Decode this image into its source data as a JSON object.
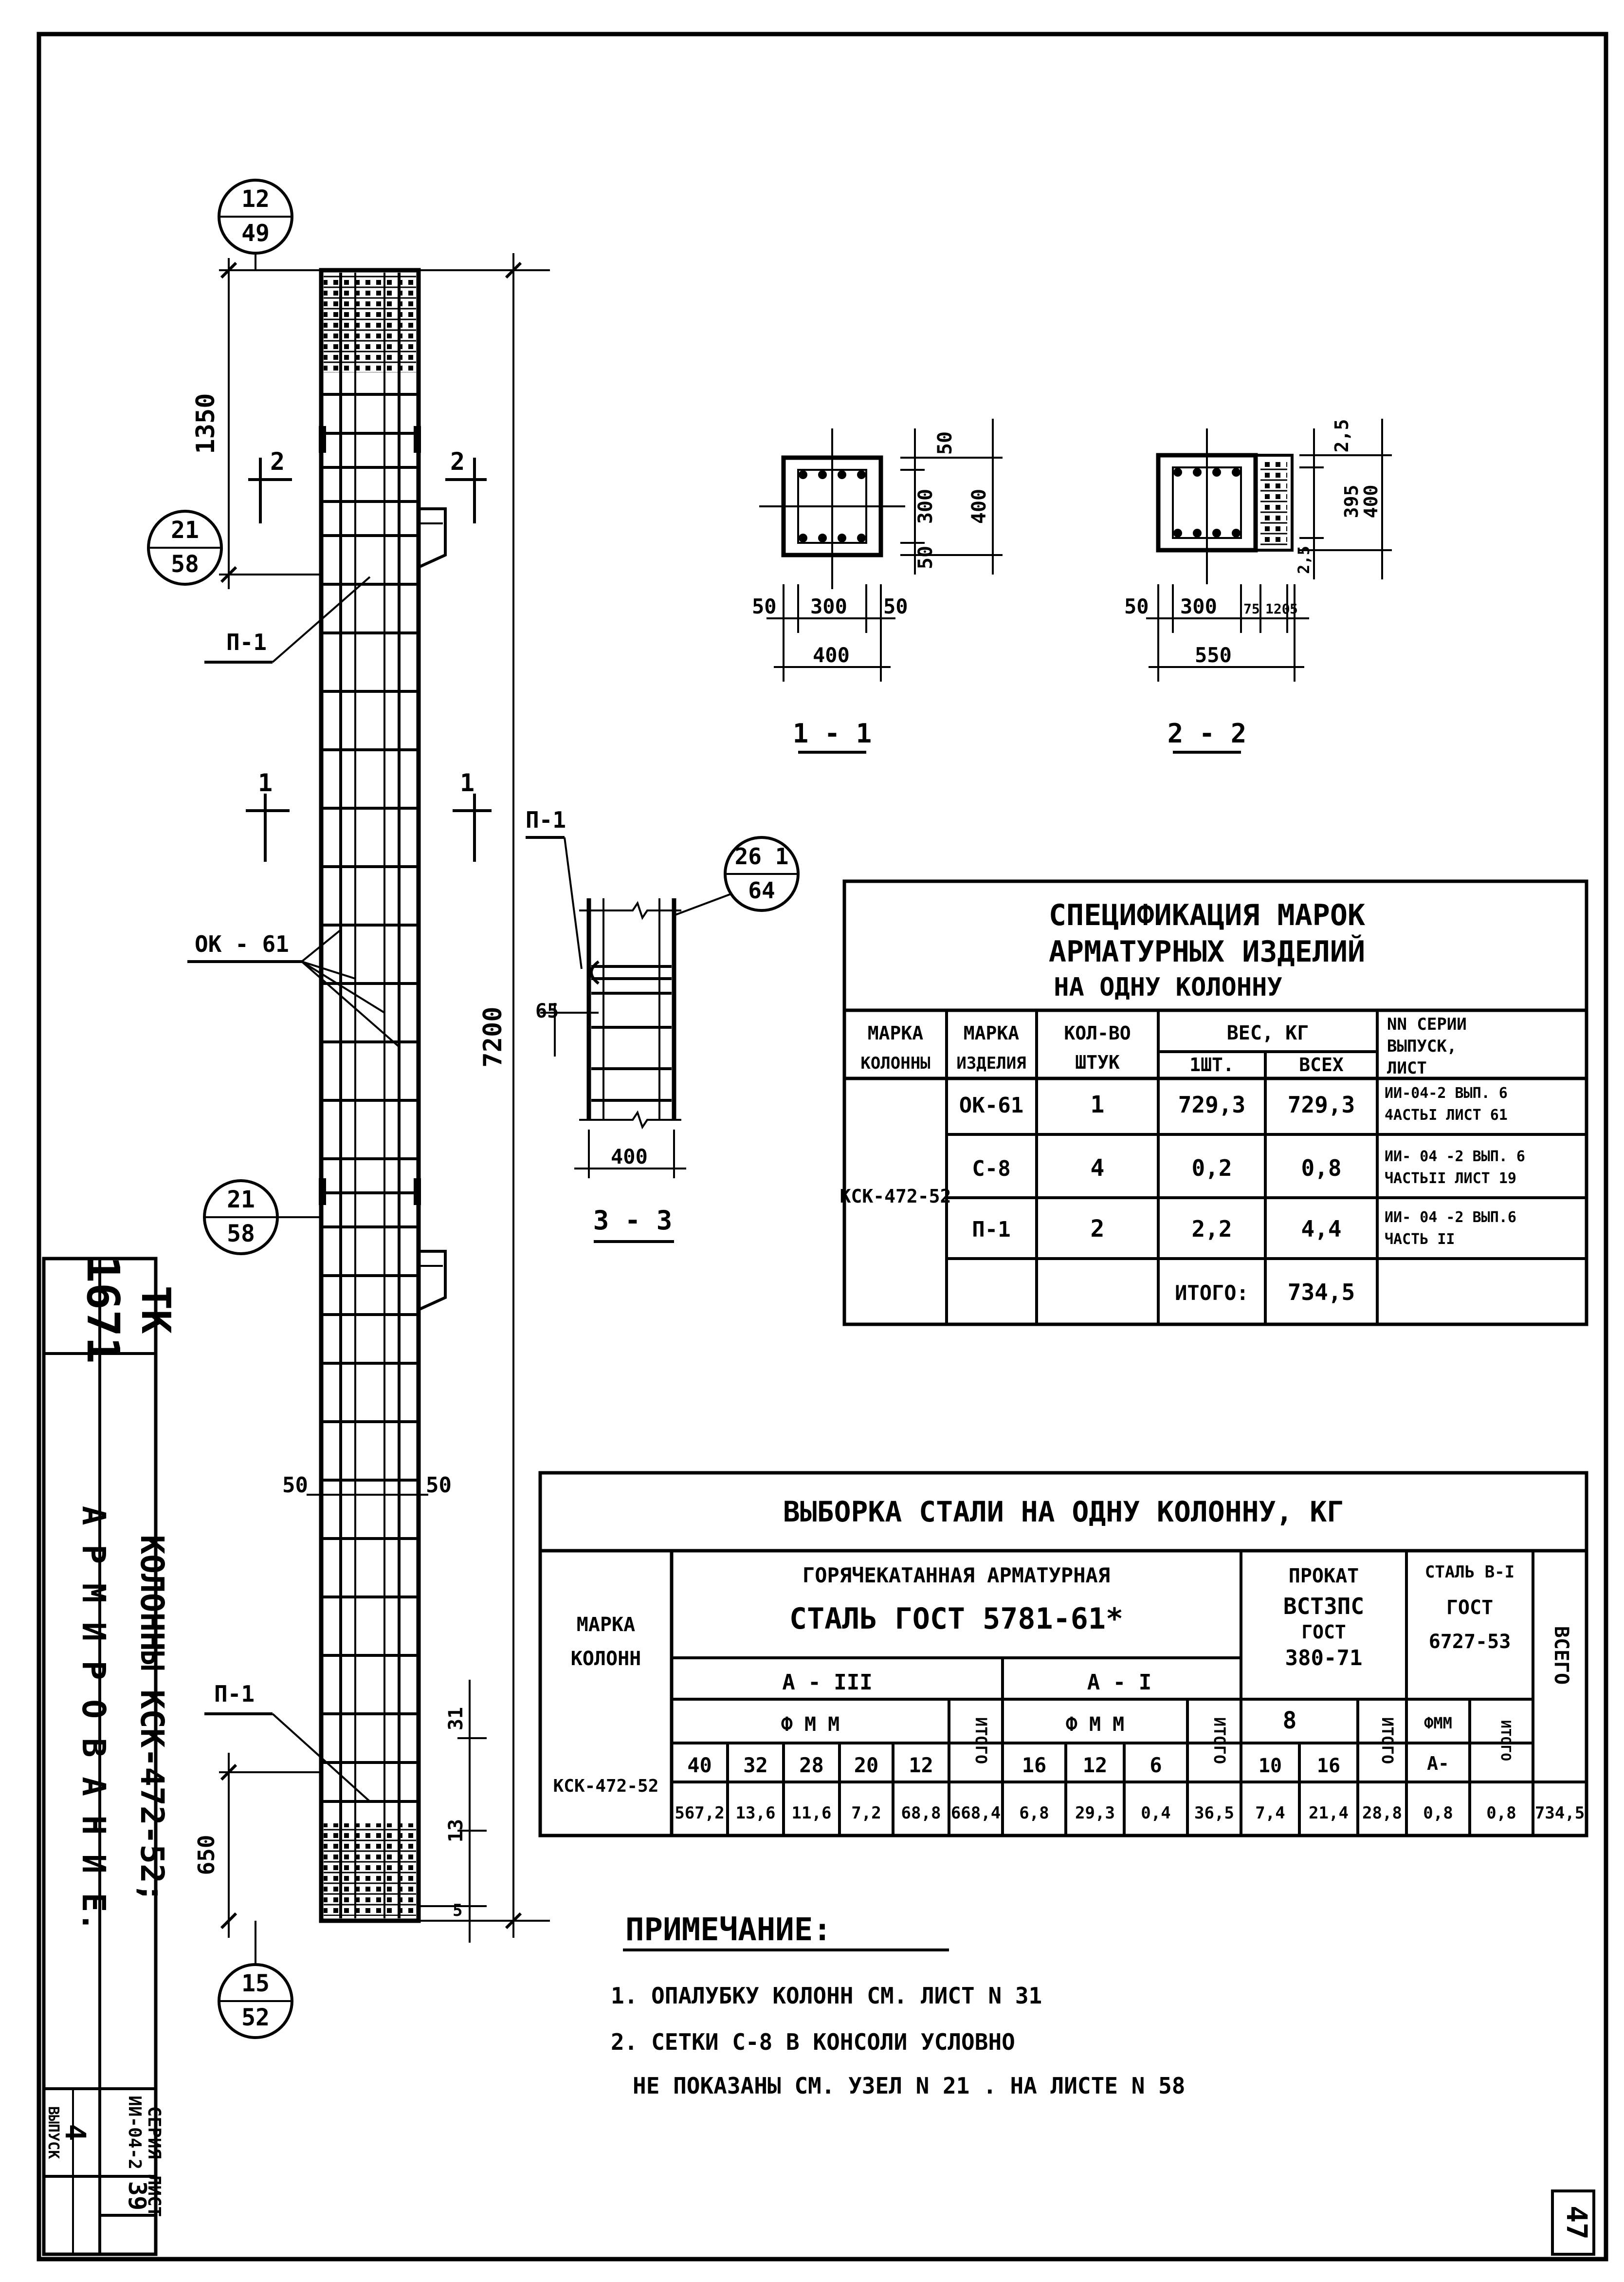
{
  "drawing": {
    "bubbles": [
      {
        "top": "12",
        "bottom": "49"
      },
      {
        "top": "21",
        "bottom": "58"
      },
      {
        "top": "21",
        "bottom": "58"
      },
      {
        "top": "15",
        "bottom": "52"
      },
      {
        "top": "26 1",
        "bottom": "64"
      }
    ],
    "dims": {
      "d1350": "1350",
      "d7200": "7200",
      "d650": "650",
      "d50a": "50",
      "d50b": "50",
      "d31": "31",
      "d13": "13",
      "d5": "5",
      "d65": "65",
      "d400c": "400"
    },
    "callouts": {
      "p1_top": "П-1",
      "ok61": "ОК - 61",
      "p1_bottom": "П-1",
      "p1_detail": "П-1"
    },
    "section_marks": {
      "s2": "2",
      "s1": "1"
    },
    "sec11": {
      "title": "1 - 1",
      "d50l": "50",
      "d300": "300",
      "d50r": "50",
      "d400": "400",
      "v50": "50",
      "v300": "300",
      "v50b": "50",
      "v400": "400"
    },
    "sec22": {
      "title": "2 - 2",
      "d50": "50",
      "d300": "300",
      "d75": "75",
      "d120": "120",
      "d5": "5",
      "d550": "550",
      "v25": "2,5",
      "v395": "395",
      "v25b": "2,5",
      "v400": "400"
    },
    "sec33": {
      "title": "3 - 3"
    }
  },
  "spec_table": {
    "title_lines": [
      "СПЕЦИФИКАЦИЯ   МАРОК",
      "АРМАТУРНЫХ   ИЗДЕЛИЙ",
      "НА   ОДНУ   КОЛОННУ"
    ],
    "headers": {
      "col_mark": [
        "МАРКА",
        "КОЛОННЫ"
      ],
      "item_mark": [
        "МАРКА",
        "ИЗДЕЛИЯ"
      ],
      "qty": [
        "КОЛ-ВО",
        "ШТУК"
      ],
      "weight": "ВЕС, КГ",
      "weight_one": "1ШТ.",
      "weight_all": "ВСЕХ",
      "series": [
        "NN СЕРИИ",
        "ВЫПУСК,",
        "ЛИСТ"
      ]
    },
    "column_mark": "КСК-472-52",
    "rows": [
      {
        "item": "ОК-61",
        "qty": "1",
        "one": "729,3",
        "all": "729,3",
        "ref": [
          "ИИ-04-2 ВЫП. 6",
          "4АСТЬI ЛИСТ 61"
        ]
      },
      {
        "item": "С-8",
        "qty": "4",
        "one": "0,2",
        "all": "0,8",
        "ref": [
          "ИИ- 04 -2 ВЫП. 6",
          "ЧАСТЬII ЛИСТ 19"
        ]
      },
      {
        "item": "П-1",
        "qty": "2",
        "one": "2,2",
        "all": "4,4",
        "ref": [
          "ИИ- 04 -2 ВЫП.6",
          "ЧАСТЬ II"
        ]
      }
    ],
    "total_label": "ИТОГО:",
    "total_value": "734,5"
  },
  "steel_table": {
    "title": "ВЫБОРКА  СТАЛИ  НА ОДНУ  КОЛОННУ, КГ",
    "col_mark_header": [
      "МАРКА",
      "КОЛОНН"
    ],
    "group1": [
      "ГОРЯЧЕКАТАННАЯ АРМАТУРНАЯ",
      "СТАЛЬ  ГОСТ  5781-61*"
    ],
    "group2": [
      "ПРОКАТ",
      "ВСТ3ПС",
      "ГОСТ",
      "380-71"
    ],
    "group3": [
      "СТАЛЬ В-I",
      "ГОСТ",
      "6727-53"
    ],
    "total_header": "ВСЕГО",
    "classA3": "А - III",
    "classA1": "А - I",
    "fmm1": "Ф М М",
    "fmm2": "Ф М М",
    "itogo": "ИТОГО",
    "eight": "8",
    "fmm3": "ФММ",
    "a_minus": "А-",
    "diam_a3": [
      "40",
      "32",
      "28",
      "20",
      "12"
    ],
    "diam_a1": [
      "16",
      "12",
      "6"
    ],
    "diam_pr": [
      "10",
      "16"
    ],
    "mark": "КСК-472-52",
    "vals_a3": [
      "567,2",
      "13,6",
      "11,6",
      "7,2",
      "68,8"
    ],
    "tot_a3": "668,4",
    "vals_a1": [
      "6,8",
      "29,3",
      "0,4"
    ],
    "tot_a1": "36,5",
    "vals_pr": [
      "7,4",
      "21,4"
    ],
    "tot_pr": "28,8",
    "val_b1": "0,8",
    "tot_b1": "0,8",
    "grand_total": "734,5"
  },
  "notes": {
    "title": "ПРИМЕЧАНИЕ:",
    "items": [
      "1.  ОПАЛУБКУ   КОЛОНН   СМ. ЛИСТ N 31",
      "2.  СЕТКИ   С-8   В  КОНСОЛИ   УСЛОВНО",
      "НЕ  ПОКАЗАНЫ  СМ. УЗЕЛ N 21 . НА ЛИСТЕ N 58"
    ]
  },
  "title_block": {
    "code": "1671",
    "tk": "ТК",
    "name": "КОЛОННЫ  КСК-472-52;",
    "subtitle": "А Р М И Р О В А Н И Е.",
    "series_label": "СЕРИЯ",
    "series_value": "ИИ-04-2",
    "vypusk_label": "ВЫПУСК",
    "vypusk_value": "4",
    "list_label": "ЛИСТ",
    "list_value": "39"
  },
  "page_number": "47"
}
